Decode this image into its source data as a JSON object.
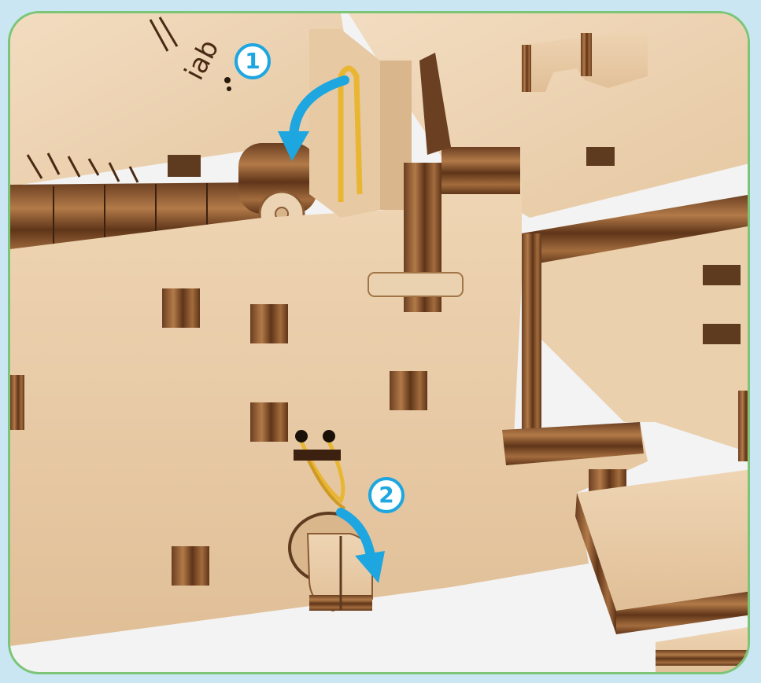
{
  "engraving_text": "iab",
  "steps": [
    {
      "label": "1"
    },
    {
      "label": "2"
    }
  ],
  "colors": {
    "wood_light": "#ecd3b3",
    "wood_mid": "#e2c39c",
    "wood_edge_dark": "#6b3f22",
    "wood_edge_mid": "#a06a3d",
    "rubber_band": "#e9b634",
    "arrow": "#1ea6e0",
    "border": "#7cc576",
    "background": "#c9e6f2"
  },
  "icons": [
    "curved-arrow-down-icon",
    "curved-arrow-diagonal-icon"
  ]
}
